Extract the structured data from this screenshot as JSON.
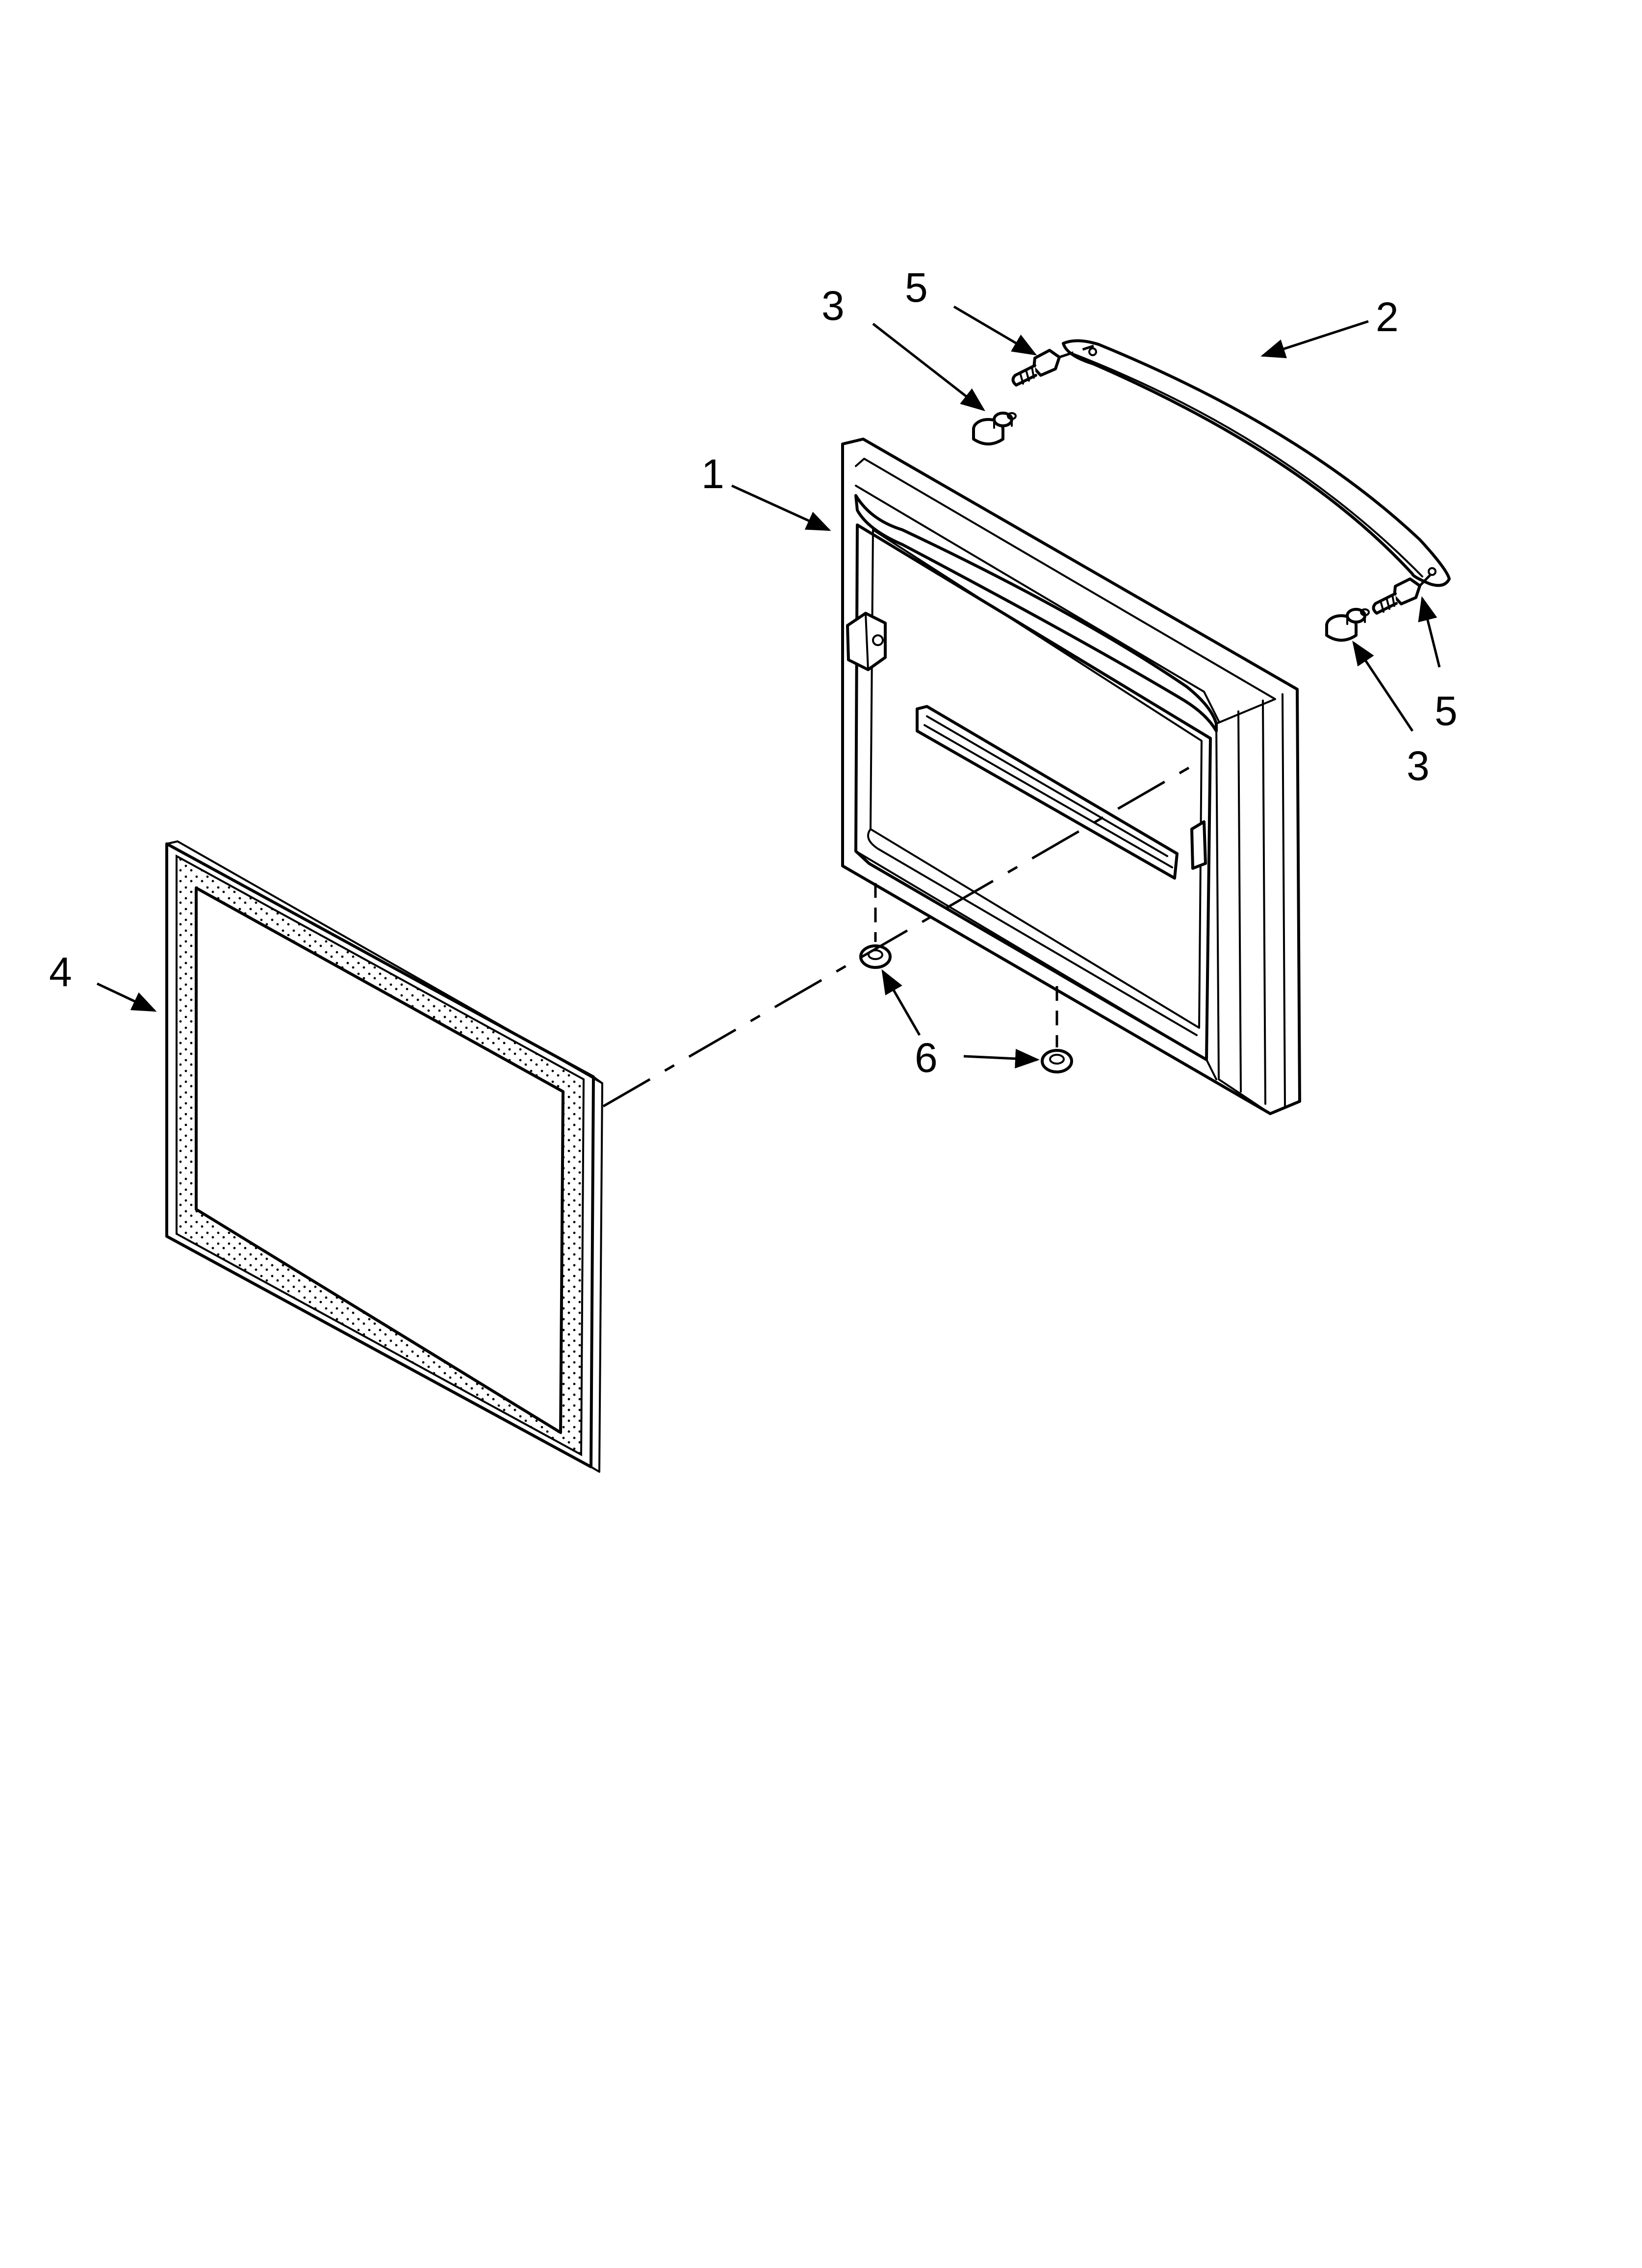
{
  "diagram": {
    "callouts": [
      {
        "id": "door",
        "label": "1"
      },
      {
        "id": "handle",
        "label": "2"
      },
      {
        "id": "handle-mount-stud-top",
        "label": "3"
      },
      {
        "id": "handle-mount-stud-right",
        "label": "3"
      },
      {
        "id": "gasket",
        "label": "4"
      },
      {
        "id": "screw-top",
        "label": "5"
      },
      {
        "id": "screw-right",
        "label": "5"
      },
      {
        "id": "plug",
        "label": "6"
      }
    ],
    "colors": {
      "line": "#000000",
      "background": "#ffffff"
    }
  }
}
